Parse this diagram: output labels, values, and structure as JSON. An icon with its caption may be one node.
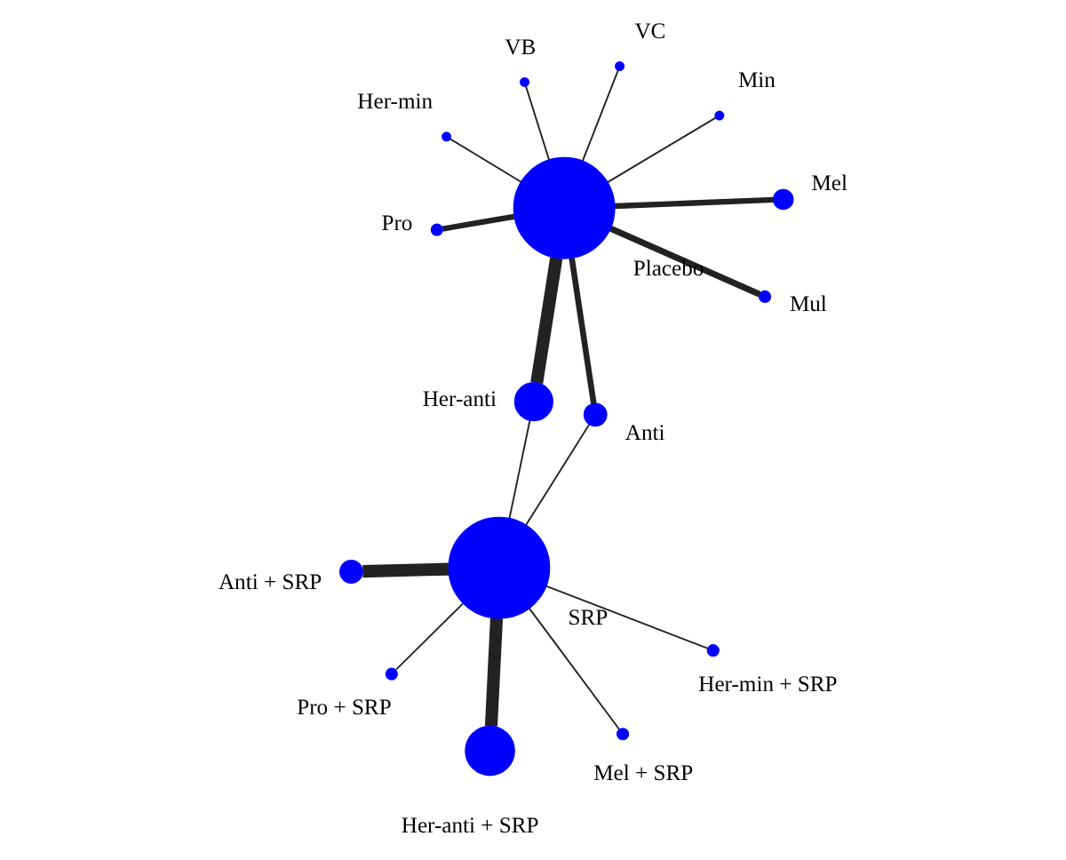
{
  "diagram": {
    "nodes": [
      {
        "text": [],
        "shape": "circle",
        "beside": [
          "SRP"
        ]
      },
      {
        "text": [],
        "shape": "circle",
        "beside": [
          "Anti + SRP"
        ]
      },
      {
        "text": [],
        "shape": "circle",
        "beside": [
          "Pro + SRP"
        ]
      },
      {
        "text": [],
        "shape": "circle",
        "beside": [
          "Mel + SRP"
        ]
      },
      {
        "text": [],
        "shape": "circle",
        "beside": [
          "Her-min + SRP"
        ]
      },
      {
        "text": [],
        "shape": "circle",
        "beside": [
          "Her-anti + SRP"
        ]
      },
      {
        "text": [],
        "shape": "circle",
        "beside": [
          "Anti"
        ]
      },
      {
        "text": [],
        "shape": "circle",
        "beside": [
          "VC"
        ]
      },
      {
        "text": [],
        "shape": "circle",
        "beside": [
          "Her-anti"
        ]
      },
      {
        "text": [],
        "shape": "circle",
        "beside": [
          "VB"
        ]
      },
      {
        "text": [],
        "shape": "circle",
        "beside": [
          "Pro"
        ]
      },
      {
        "text": [],
        "shape": "circle",
        "beside": [
          "Placebo"
        ]
      },
      {
        "text": [],
        "shape": "circle",
        "beside": [
          "Her-min"
        ]
      },
      {
        "text": [],
        "shape": "circle",
        "beside": [
          "Mel"
        ]
      },
      {
        "text": [],
        "shape": "circle",
        "beside": [
          "Mul"
        ]
      },
      {
        "text": [],
        "shape": "circle",
        "beside": [
          "Min"
        ]
      }
    ],
    "edges": [
      {
        "from": 0,
        "to": 1,
        "arrow": "none",
        "style": "thick"
      },
      {
        "from": 0,
        "to": 2,
        "arrow": "none"
      },
      {
        "from": 0,
        "to": 3,
        "arrow": "none"
      },
      {
        "from": 0,
        "to": 4,
        "arrow": "none"
      },
      {
        "from": 0,
        "to": 5,
        "arrow": "none",
        "style": "thick"
      },
      {
        "from": 0,
        "to": 6,
        "arrow": "none"
      },
      {
        "from": 0,
        "to": 8,
        "arrow": "none"
      },
      {
        "from": 6,
        "to": 11,
        "arrow": "none",
        "style": "thick"
      },
      {
        "from": 7,
        "to": 11,
        "arrow": "none"
      },
      {
        "from": 9,
        "to": 11,
        "arrow": "none"
      },
      {
        "from": 8,
        "to": 11,
        "arrow": "none",
        "style": "thick"
      },
      {
        "from": 10,
        "to": 11,
        "arrow": "none",
        "style": "thick"
      },
      {
        "from": 12,
        "to": 11,
        "arrow": "none"
      },
      {
        "from": 13,
        "to": 11,
        "arrow": "none",
        "style": "thick"
      },
      {
        "from": 15,
        "to": 11,
        "arrow": "none"
      },
      {
        "from": 14,
        "to": 11,
        "arrow": "none",
        "style": "thick"
      }
    ]
  }
}
